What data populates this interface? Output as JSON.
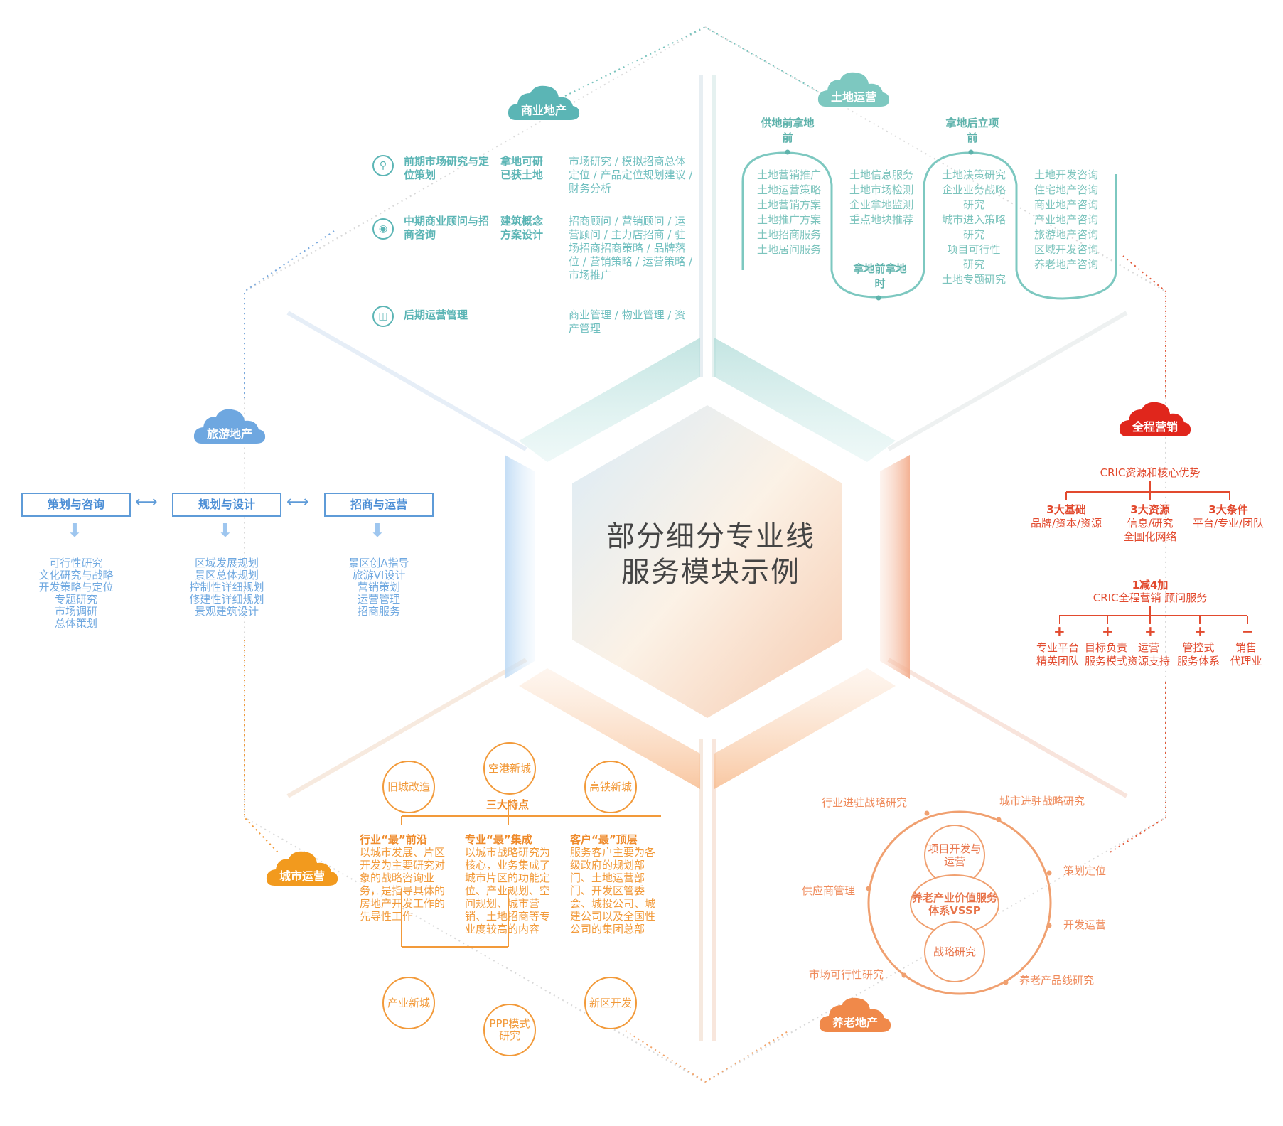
{
  "center_title": [
    "部分细分专业线",
    "服务模块示例"
  ],
  "clouds": {
    "commercial": "商业地产",
    "land": "土地运营",
    "tourism": "旅游地产",
    "marketing": "全程营销",
    "urban": "城市运营",
    "elderly": "养老地产"
  },
  "colors": {
    "teal": "#5bb5b5",
    "blue": "#5e9bd8",
    "red": "#e24a2e",
    "orange": "#f29a3a",
    "peach": "#ef8a5a"
  },
  "commercial": {
    "rows": [
      {
        "icon": "lightbulb-icon",
        "name": "前期市场研究与定位策划",
        "stage": "拿地可研已获土地",
        "detail": "市场研究 / 模拟招商总体定位 / 产品定位规划建议 / 财务分析"
      },
      {
        "icon": "location-pin-icon",
        "name": "中期商业顾问与招商咨询",
        "stage": "建筑概念方案设计",
        "detail": "招商顾问 / 营销顾问 / 运营顾问 / 主力店招商 / 驻场招商招商策略 / 品牌落位 / 营销策略 / 运营策略 / 市场推广"
      },
      {
        "icon": "folder-icon",
        "name": "后期运营管理",
        "stage": "",
        "detail": "商业管理 / 物业管理 / 资产管理"
      }
    ]
  },
  "land": {
    "head_before": "供地前拿地前",
    "head_during": "拿地前拿地时",
    "head_after": "拿地后立项前",
    "col1": [
      "土地营销推广",
      "土地运营策略",
      "土地营销方案",
      "土地推广方案",
      "土地招商服务",
      "土地居间服务"
    ],
    "col2": [
      "土地信息服务",
      "土地市场检测",
      "企业拿地监测",
      "重点地块推荐"
    ],
    "col3": [
      "土地决策研究",
      "企业业务战略",
      "研究",
      "城市进入策略",
      "研究",
      "项目可行性",
      "研究",
      "土地专题研究"
    ],
    "col4": [
      "土地开发咨询",
      "住宅地产咨询",
      "商业地产咨询",
      "产业地产咨询",
      "旅游地产咨询",
      "区域开发咨询",
      "养老地产咨询"
    ]
  },
  "tourism": {
    "boxes": [
      "策划与咨询",
      "规划与设计",
      "招商与运营"
    ],
    "lists": [
      [
        "可行性研究",
        "文化研究与战略",
        "开发策略与定位",
        "专题研究",
        "市场调研",
        "总体策划"
      ],
      [
        "区域发展规划",
        "景区总体规划",
        "控制性详细规划",
        "修建性详细规划",
        "景观建筑设计"
      ],
      [
        "景区创A指导",
        "旅游VI设计",
        "营销策划",
        "运营管理",
        "招商服务"
      ]
    ]
  },
  "marketing": {
    "top": "CRIC资源和核心优势",
    "three": [
      {
        "title": "3大基础",
        "body": [
          "品牌/资本/资源"
        ]
      },
      {
        "title": "3大资源",
        "body": [
          "信息/研究",
          "全国化网络"
        ]
      },
      {
        "title": "3大条件",
        "body": [
          "平台/专业/团队"
        ]
      }
    ],
    "formula": [
      "1减4加",
      "CRIC全程营销 顾问服务"
    ],
    "items": [
      {
        "sign": "+",
        "text": [
          "专业平台",
          "精英团队"
        ]
      },
      {
        "sign": "+",
        "text": [
          "目标负责",
          "服务模式"
        ]
      },
      {
        "sign": "+",
        "text": [
          "运营",
          "资源支持"
        ]
      },
      {
        "sign": "+",
        "text": [
          "管控式",
          "服务体系"
        ]
      },
      {
        "sign": "−",
        "text": [
          "销售",
          "代理业"
        ]
      }
    ]
  },
  "urban": {
    "top_circles": [
      "旧城改造",
      "空港新城",
      "高铁新城"
    ],
    "center_label": "三大特点",
    "columns": [
      {
        "head": "行业“最”前沿",
        "body": "以城市发展、片区开发为主要研究对象的战略咨询业务，是指导具体的房地产开发工作的先导性工作"
      },
      {
        "head": "专业“最”集成",
        "body": "以城市战略研究为核心，业务集成了城市片区的功能定位、产业规划、空间规划、城市营销、土地招商等专业度较高的内容"
      },
      {
        "head": "客户“最”顶层",
        "body": "服务客户主要为各级政府的规划部门、土地运营部门、开发区管委会、城投公司、城建公司以及全国性公司的集团总部"
      }
    ],
    "bottom_circles": [
      "产业新城",
      "PPP模式研究",
      "新区开发"
    ]
  },
  "elderly": {
    "outer": [
      "行业进驻战略研究",
      "城市进驻战略研究",
      "策划定位",
      "开发运营",
      "养老产品线研究",
      "市场可行性研究",
      "供应商管理"
    ],
    "inner_top": "项目开发与运营",
    "inner_center": "养老产业价值服务体系VSSP",
    "inner_bottom": "战略研究"
  }
}
